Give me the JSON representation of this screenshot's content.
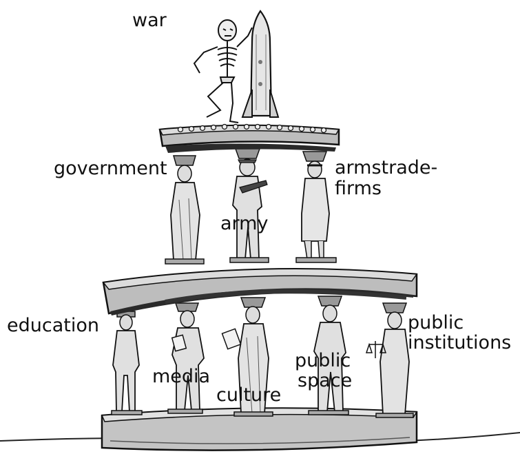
{
  "labels": {
    "war": "war",
    "government": "government",
    "armstrade_line1": "armstrade-",
    "armstrade_line2": "firms",
    "army": "army",
    "education": "education",
    "media": "media",
    "culture": "culture",
    "public_space_line1": "public",
    "public_space_line2": "space",
    "public_institutions_line1": "public",
    "public_institutions_line2": "institutions"
  },
  "colors": {
    "ink": "#111111",
    "stone": "#bdbdbd",
    "stone_dark": "#8e8e8e",
    "shadow": "#2a2a2a",
    "figure": "#d9d9d9"
  }
}
